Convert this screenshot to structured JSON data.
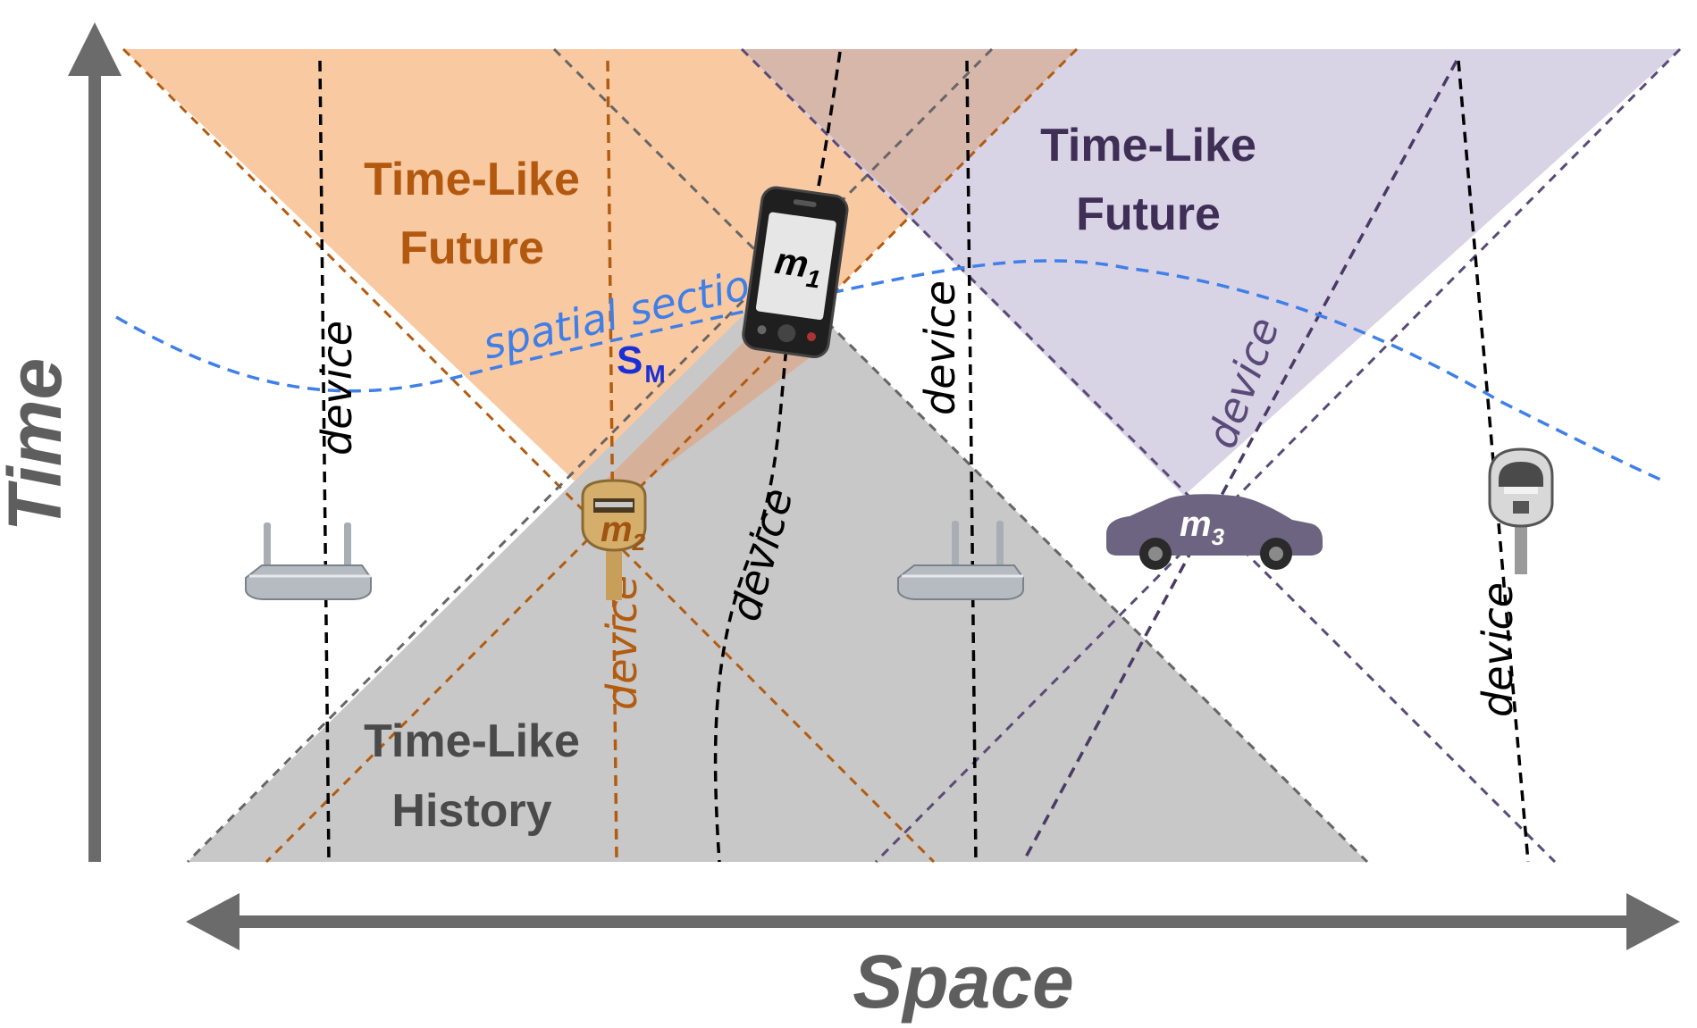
{
  "axes": {
    "vertical_label": "Time",
    "horizontal_label": "Space"
  },
  "regions": {
    "m1_future": {
      "line1": "Time-Like",
      "line2": "Future",
      "color": "#f9b47c",
      "text_color": "#b3590f"
    },
    "m3_future": {
      "line1": "Time-Like",
      "line2": "Future",
      "color": "#cfc7de",
      "text_color": "#3f2f56"
    },
    "m2_history": {
      "line1": "Time-Like",
      "line2": "History",
      "color": "#c6c6c6",
      "text_color": "#4a4a4a"
    }
  },
  "spatial_section": {
    "label": "spatial section",
    "symbol": "S",
    "subscript": "M",
    "color": "#3f7fe8",
    "symbol_color": "#1a2fd6"
  },
  "nodes": {
    "m1": {
      "letter": "m",
      "subscript": "1",
      "type": "smartphone"
    },
    "m2": {
      "letter": "m",
      "subscript": "2",
      "type": "sensor-post"
    },
    "m3": {
      "letter": "m",
      "subscript": "3",
      "type": "car"
    }
  },
  "devices": {
    "label": "device",
    "black_color": "#000000",
    "orange_color": "#b35c10",
    "purple_color": "#5a4a78"
  },
  "icons": [
    "router-icon",
    "router-icon",
    "parking-meter-icon",
    "smartphone-icon",
    "car-icon",
    "sensor-post-icon"
  ]
}
